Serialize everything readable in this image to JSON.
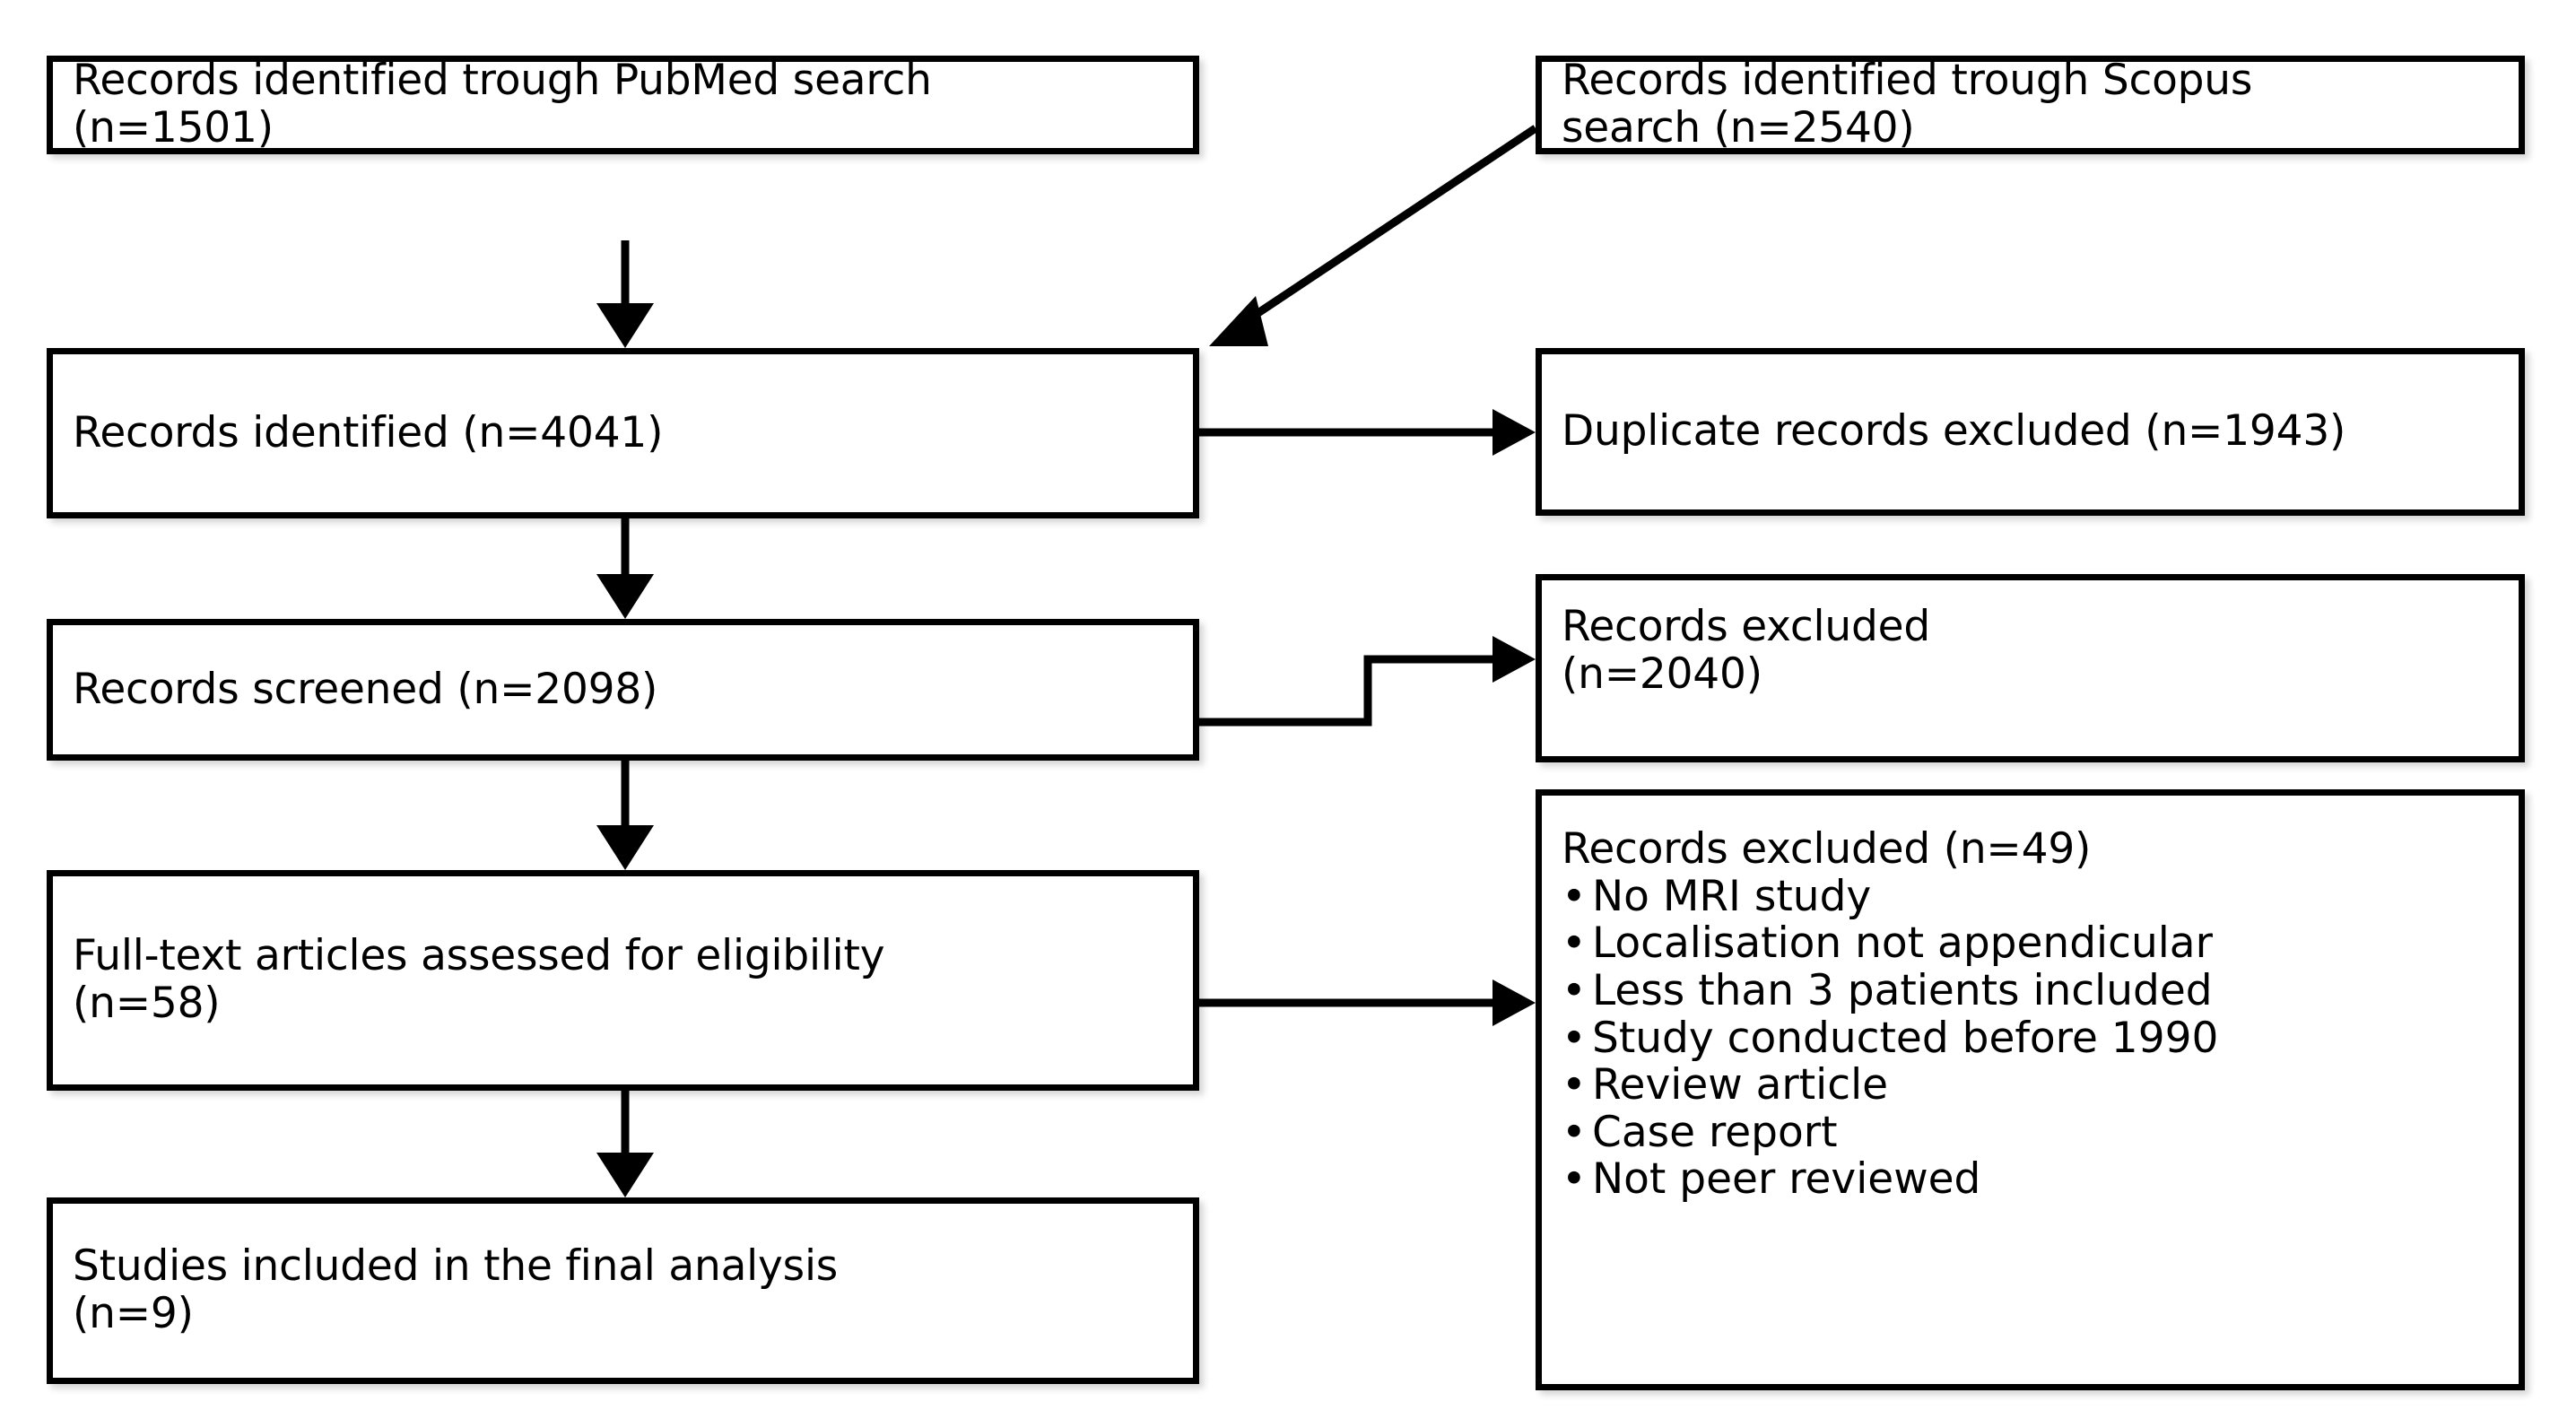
{
  "diagram": {
    "title": "PRISMA study selection flow diagram",
    "type": "flowchart",
    "background_color": "#ffffff",
    "line_color": "#000000",
    "box_border_color": "#000000",
    "box_fill_color": "#ffffff"
  },
  "nodes": {
    "pubmed": {
      "line1": "Records identified trough PubMed search",
      "line2": "(n=1501)",
      "count": 1501
    },
    "scopus": {
      "line1": "Records identified trough Scopus",
      "line2": "search (n=2540)",
      "count": 2540
    },
    "identified": {
      "line1": "Records identified (n=4041)",
      "count": 4041
    },
    "duplicates": {
      "line1": "Duplicate records excluded (n=1943)",
      "count": 1943
    },
    "screened": {
      "line1": "Records screened (n=2098)",
      "count": 2098
    },
    "excluded_screening": {
      "line1": "Records excluded",
      "line2": "(n=2040)",
      "count": 2040
    },
    "fulltext": {
      "line1": "Full-text articles assessed for eligibility",
      "line2": "(n=58)",
      "count": 58
    },
    "excluded_fulltext": {
      "heading": "Records excluded (n=49)",
      "count": 49,
      "bullet_char": "•",
      "reasons": [
        "No MRI study",
        "Localisation not appendicular",
        "Less than 3 patients included",
        "Study conducted before 1990",
        "Review article",
        "Case report",
        "Not peer reviewed"
      ]
    },
    "included": {
      "line1": "Studies included in the final analysis",
      "line2": "(n=9)",
      "count": 9
    }
  },
  "edges": [
    {
      "name": "pubmed-to-identified",
      "from": "pubmed",
      "to": "identified",
      "style": "straight-arrow-down"
    },
    {
      "name": "scopus-to-identified",
      "from": "scopus",
      "to": "identified",
      "style": "diagonal-arrow"
    },
    {
      "name": "identified-to-duplicates",
      "from": "identified",
      "to": "duplicates",
      "style": "straight-arrow-right"
    },
    {
      "name": "identified-to-screened",
      "from": "identified",
      "to": "screened",
      "style": "straight-arrow-down"
    },
    {
      "name": "screened-to-excluded",
      "from": "screened",
      "to": "excluded_screening",
      "style": "stepped-arrow-right"
    },
    {
      "name": "screened-to-fulltext",
      "from": "screened",
      "to": "fulltext",
      "style": "straight-arrow-down"
    },
    {
      "name": "fulltext-to-excluded",
      "from": "fulltext",
      "to": "excluded_fulltext",
      "style": "straight-arrow-right"
    },
    {
      "name": "fulltext-to-included",
      "from": "fulltext",
      "to": "included",
      "style": "straight-arrow-down"
    }
  ]
}
